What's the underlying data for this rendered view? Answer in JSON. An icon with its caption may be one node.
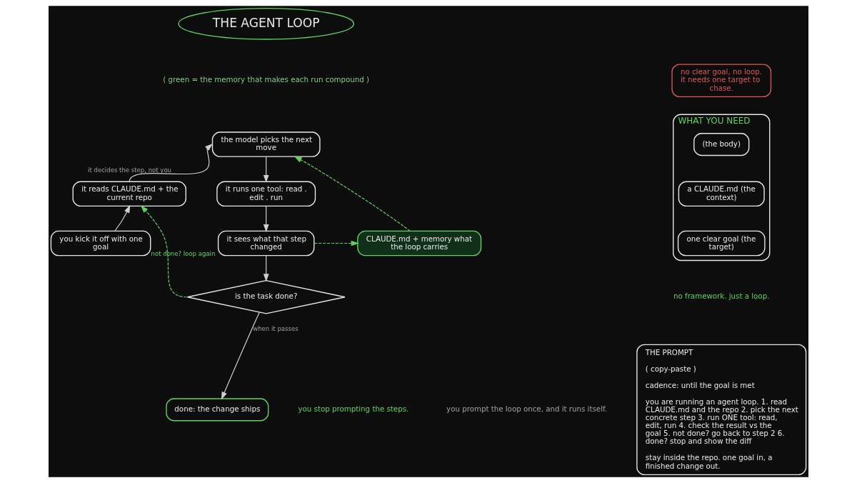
{
  "diagram": {
    "nodes": [
      {
        "text": [
          "THE AGENT LOOP"
        ]
      },
      {
        "text": [
          "no clear goal, no loop. it needs one target to chase."
        ]
      },
      {
        "text": [
          "WHAT YOU NEED"
        ]
      },
      {
        "text": [
          "(the body)"
        ],
        "in": 2
      },
      {
        "text": [
          "a CLAUDE.md (the context)"
        ],
        "in": 2
      },
      {
        "text": [
          "one clear goal (the target)"
        ],
        "in": 2
      },
      {
        "text": [
          "THE PROMPT",
          "( copy-paste )",
          "cadence: until the goal is met",
          "you are running an agent loop. 1. read CLAUDE.md and the repo 2. pick the next concrete step 3. run ONE tool: read, edit, run 4. check the result vs the goal 5. not done? go back to step 2 6. done? stop and show the diff",
          "stay inside the repo. one goal in, a finished change out."
        ]
      },
      {
        "text": [
          "the model picks the next move"
        ]
      },
      {
        "text": [
          "it reads CLAUDE.md + the current repo"
        ]
      },
      {
        "text": [
          "it runs one tool: read . edit . run"
        ]
      },
      {
        "text": [
          "you kick it off with one goal"
        ]
      },
      {
        "text": [
          "CLAUDE.md + memory what the loop carries"
        ]
      },
      {
        "text": [
          "it sees what that step changed"
        ]
      },
      {
        "text": [
          "is the task done?"
        ]
      },
      {
        "text": [
          "done: the change ships"
        ]
      }
    ],
    "edges": [
      {
        "from": 10,
        "to": 8,
        "arrow": "to"
      },
      {
        "from": 8,
        "to": 7,
        "arrow": "to",
        "label": "it decides the step, not you"
      },
      {
        "from": 7,
        "to": 9,
        "arrow": "to"
      },
      {
        "from": 9,
        "to": 12,
        "arrow": "to"
      },
      {
        "from": 12,
        "to": 11,
        "arrow": "to",
        "style": "dashed",
        "color": "#5fd35f"
      },
      {
        "from": 11,
        "to": 7,
        "arrow": "to",
        "style": "dashed",
        "color": "#5fd35f"
      },
      {
        "from": 12,
        "to": 13,
        "arrow": "to"
      },
      {
        "from": 13,
        "to": 8,
        "arrow": "to",
        "style": "dashed",
        "color": "#5fd35f",
        "label": "not done? loop again"
      },
      {
        "from": 13,
        "to": 14,
        "arrow": "to",
        "label": "when it passes"
      }
    ],
    "labels": [
      "( green = the memory that makes each run compound )",
      "no framework. just a loop.",
      "you stop prompting the steps.",
      "you prompt the loop once, and it runs itself."
    ]
  }
}
